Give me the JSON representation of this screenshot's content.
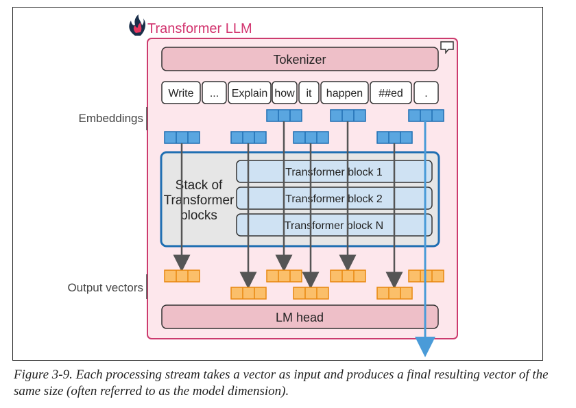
{
  "title": "Transformer LLM",
  "tokenizer_label": "Tokenizer",
  "tokens": [
    "Write",
    "...",
    "Explain",
    "how",
    "it",
    "happen",
    "##ed",
    "."
  ],
  "embeddings_label": "Embeddings",
  "stack_label": [
    "Stack of",
    "Transformer",
    "blocks"
  ],
  "blocks": [
    "Transformer block 1",
    "Transformer block 2",
    "Transformer block N"
  ],
  "output_label": "Output vectors",
  "lm_head_label": "LM head",
  "caption": "Figure 3-9. Each processing stream takes a vector as input and produces a final resulting vector of the same size (often referred to as the model dimension).",
  "colors": {
    "outer_fill": "#fde7ec",
    "outer_stroke": "#cc3b6e",
    "bar_fill": "#eebfc8",
    "stack_stroke": "#1f6fb2",
    "stack_fill": "#e6e6e6",
    "block_fill": "#cfe2f3",
    "embed_fill": "#5aa6e0",
    "embed_stroke": "#1f6fb2",
    "output_fill": "#fbbf6a",
    "output_stroke": "#e8870e",
    "arrow": "#555555",
    "highlight_arrow": "#4a9bd8"
  }
}
